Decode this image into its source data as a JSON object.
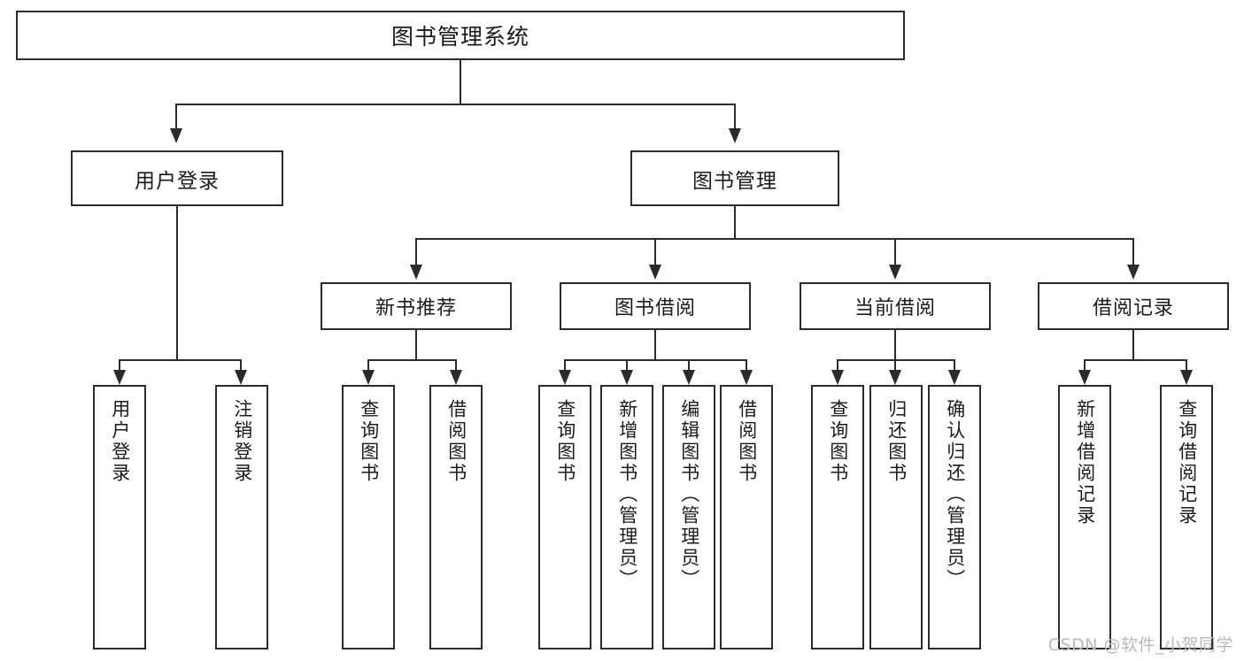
{
  "diagram": {
    "title": "图书管理系统",
    "type": "hierarchy-tree",
    "root": {
      "label": "图书管理系统"
    },
    "level1": [
      {
        "label": "用户登录"
      },
      {
        "label": "图书管理"
      }
    ],
    "level2": [
      {
        "label": "新书推荐"
      },
      {
        "label": "图书借阅"
      },
      {
        "label": "当前借阅"
      },
      {
        "label": "借阅记录"
      }
    ],
    "leaves": {
      "user_login": [
        {
          "label": "用户登录"
        },
        {
          "label": "注销登录"
        }
      ],
      "new_book_recommend": [
        {
          "label": "查询图书"
        },
        {
          "label": "借阅图书"
        }
      ],
      "book_borrow": [
        {
          "label": "查询图书"
        },
        {
          "label": "新增图书（管理员）"
        },
        {
          "label": "编辑图书（管理员）"
        },
        {
          "label": "借阅图书"
        }
      ],
      "current_borrow": [
        {
          "label": "查询图书"
        },
        {
          "label": "归还图书"
        },
        {
          "label": "确认归还（管理员）"
        }
      ],
      "borrow_record": [
        {
          "label": "新增借阅记录"
        },
        {
          "label": "查询借阅记录"
        }
      ]
    }
  },
  "watermark": {
    "text": "CSDN @软件_小贺同学"
  },
  "colors": {
    "stroke": "#2b2b2b",
    "background": "#ffffff",
    "text": "#1b1b1b",
    "watermark": "#b9b9b9"
  }
}
